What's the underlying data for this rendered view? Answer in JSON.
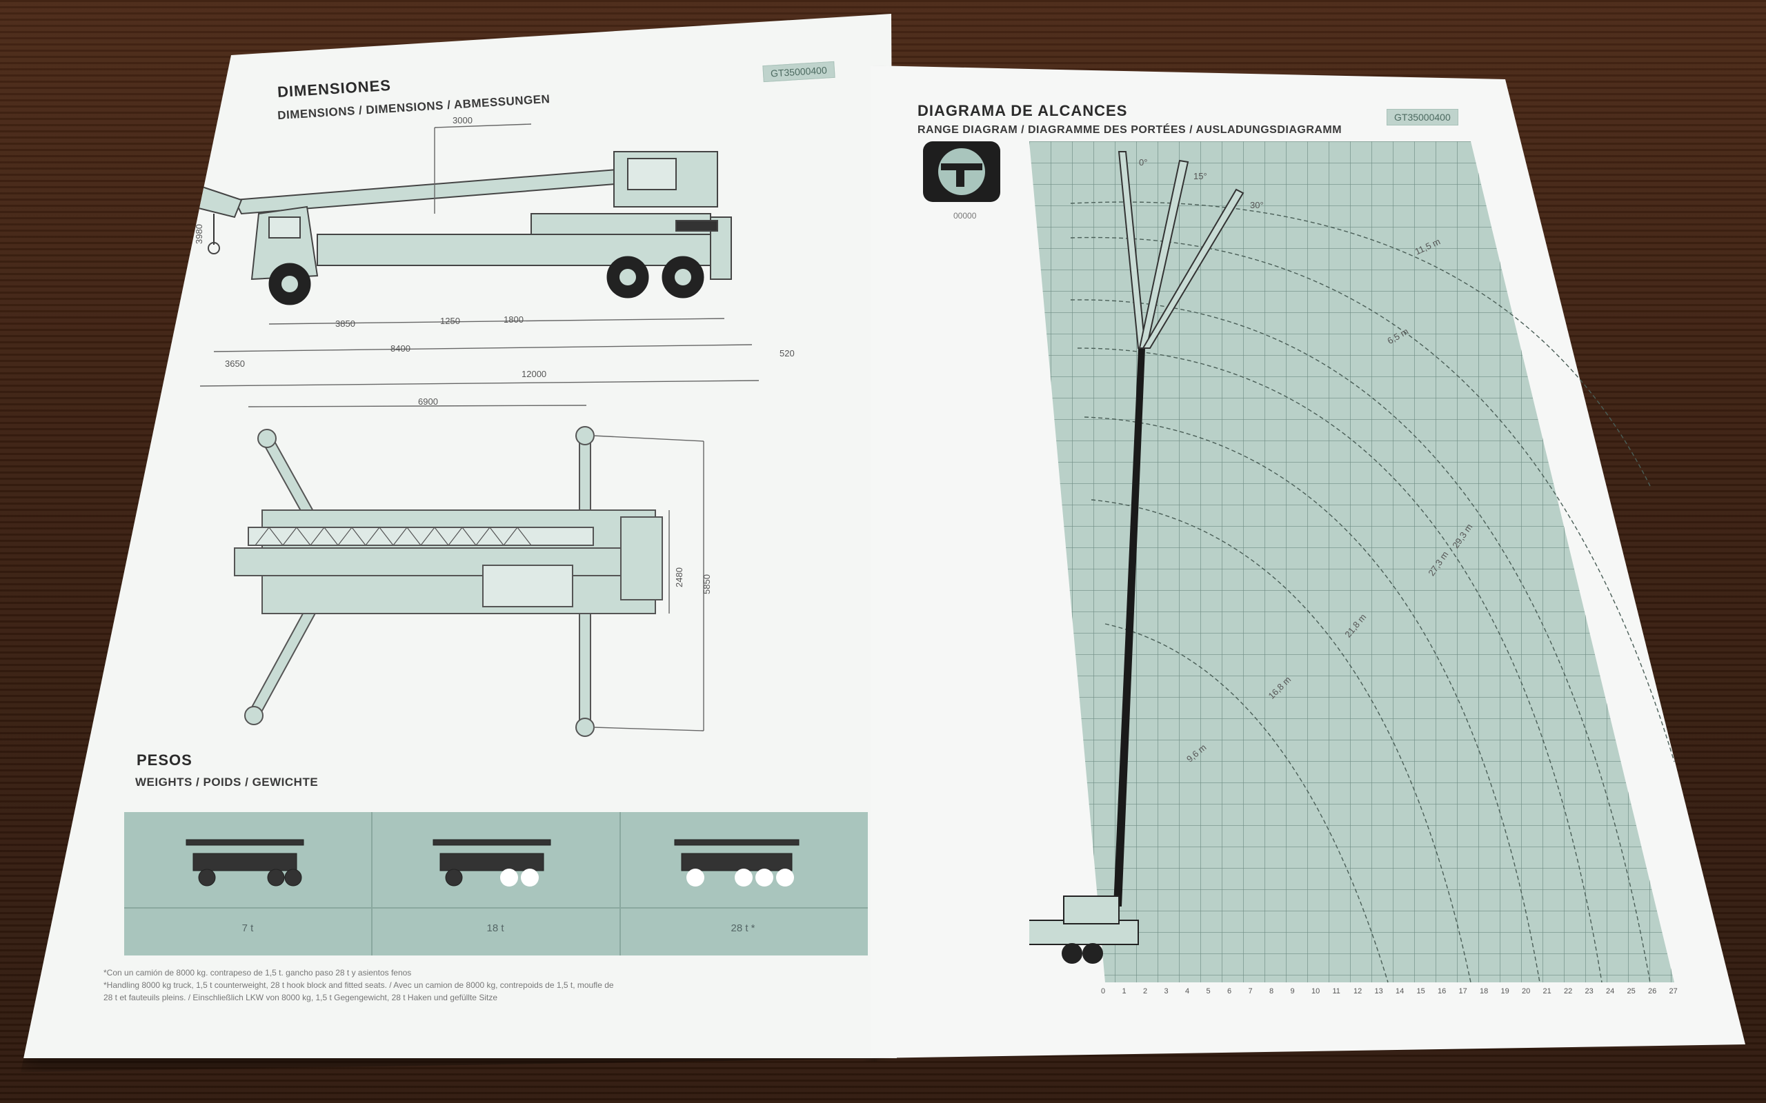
{
  "left_page": {
    "dimensions_title": "DIMENSIONES",
    "dimensions_subtitle": "DIMENSIONS / DIMENSIONS / ABMESSUNGEN",
    "code": "GT35000400",
    "dims": {
      "height": "3980",
      "top": "3000",
      "d1": "3850",
      "d2": "1250",
      "d3": "1800",
      "d4": "8400",
      "d5": "3650",
      "d6": "520",
      "total": "12000",
      "width_top": "6900",
      "w1": "2480",
      "w2": "5850"
    },
    "weights_title": "PESOS",
    "weights_subtitle": "WEIGHTS / POIDS / GEWICHTE",
    "weights": [
      "7 t",
      "18 t",
      "28 t *"
    ],
    "footnote": [
      "*Con un camión de 8000 kg. contrapeso de 1,5 t. gancho paso 28 t y asientos fenos",
      "*Handling 8000 kg truck, 1,5 t counterweight, 28 t hook block and fitted seats. / Avec un camion de 8000 kg, contrepoids de 1,5 t, moufle de",
      "28 t et fauteuils pleins. / Einschließlich LKW von 8000 kg, 1,5 t Gegengewicht, 28 t Haken und gefüllte Sitze"
    ]
  },
  "right_page": {
    "title": "DIAGRAMA DE ALCANCES",
    "subtitle": "RANGE DIAGRAM / DIAGRAMME DES PORTÉES / AUSLADUNGSDIAGRAMM",
    "code": "GT35000400",
    "logo_caption": "00000",
    "angles": [
      "0°",
      "15°",
      "30°"
    ],
    "radius_labels": [
      "9,6 m",
      "16,8 m",
      "21,8 m",
      "27,3 m",
      "29,3 m",
      "6,5 m",
      "11,5 m"
    ],
    "x_axis": [
      "0",
      "1",
      "2",
      "3",
      "4",
      "5",
      "6",
      "7",
      "8",
      "9",
      "10",
      "11",
      "12",
      "13",
      "14",
      "15",
      "16",
      "17",
      "18",
      "19",
      "20",
      "21",
      "22",
      "23",
      "24",
      "25",
      "26",
      "27"
    ]
  },
  "colors": {
    "paper": "#f4f6f4",
    "accent": "#a9c5bd",
    "ink": "#2b2b2b",
    "drawing_fill": "#c9dcd5",
    "grid": "#6f8d84"
  }
}
